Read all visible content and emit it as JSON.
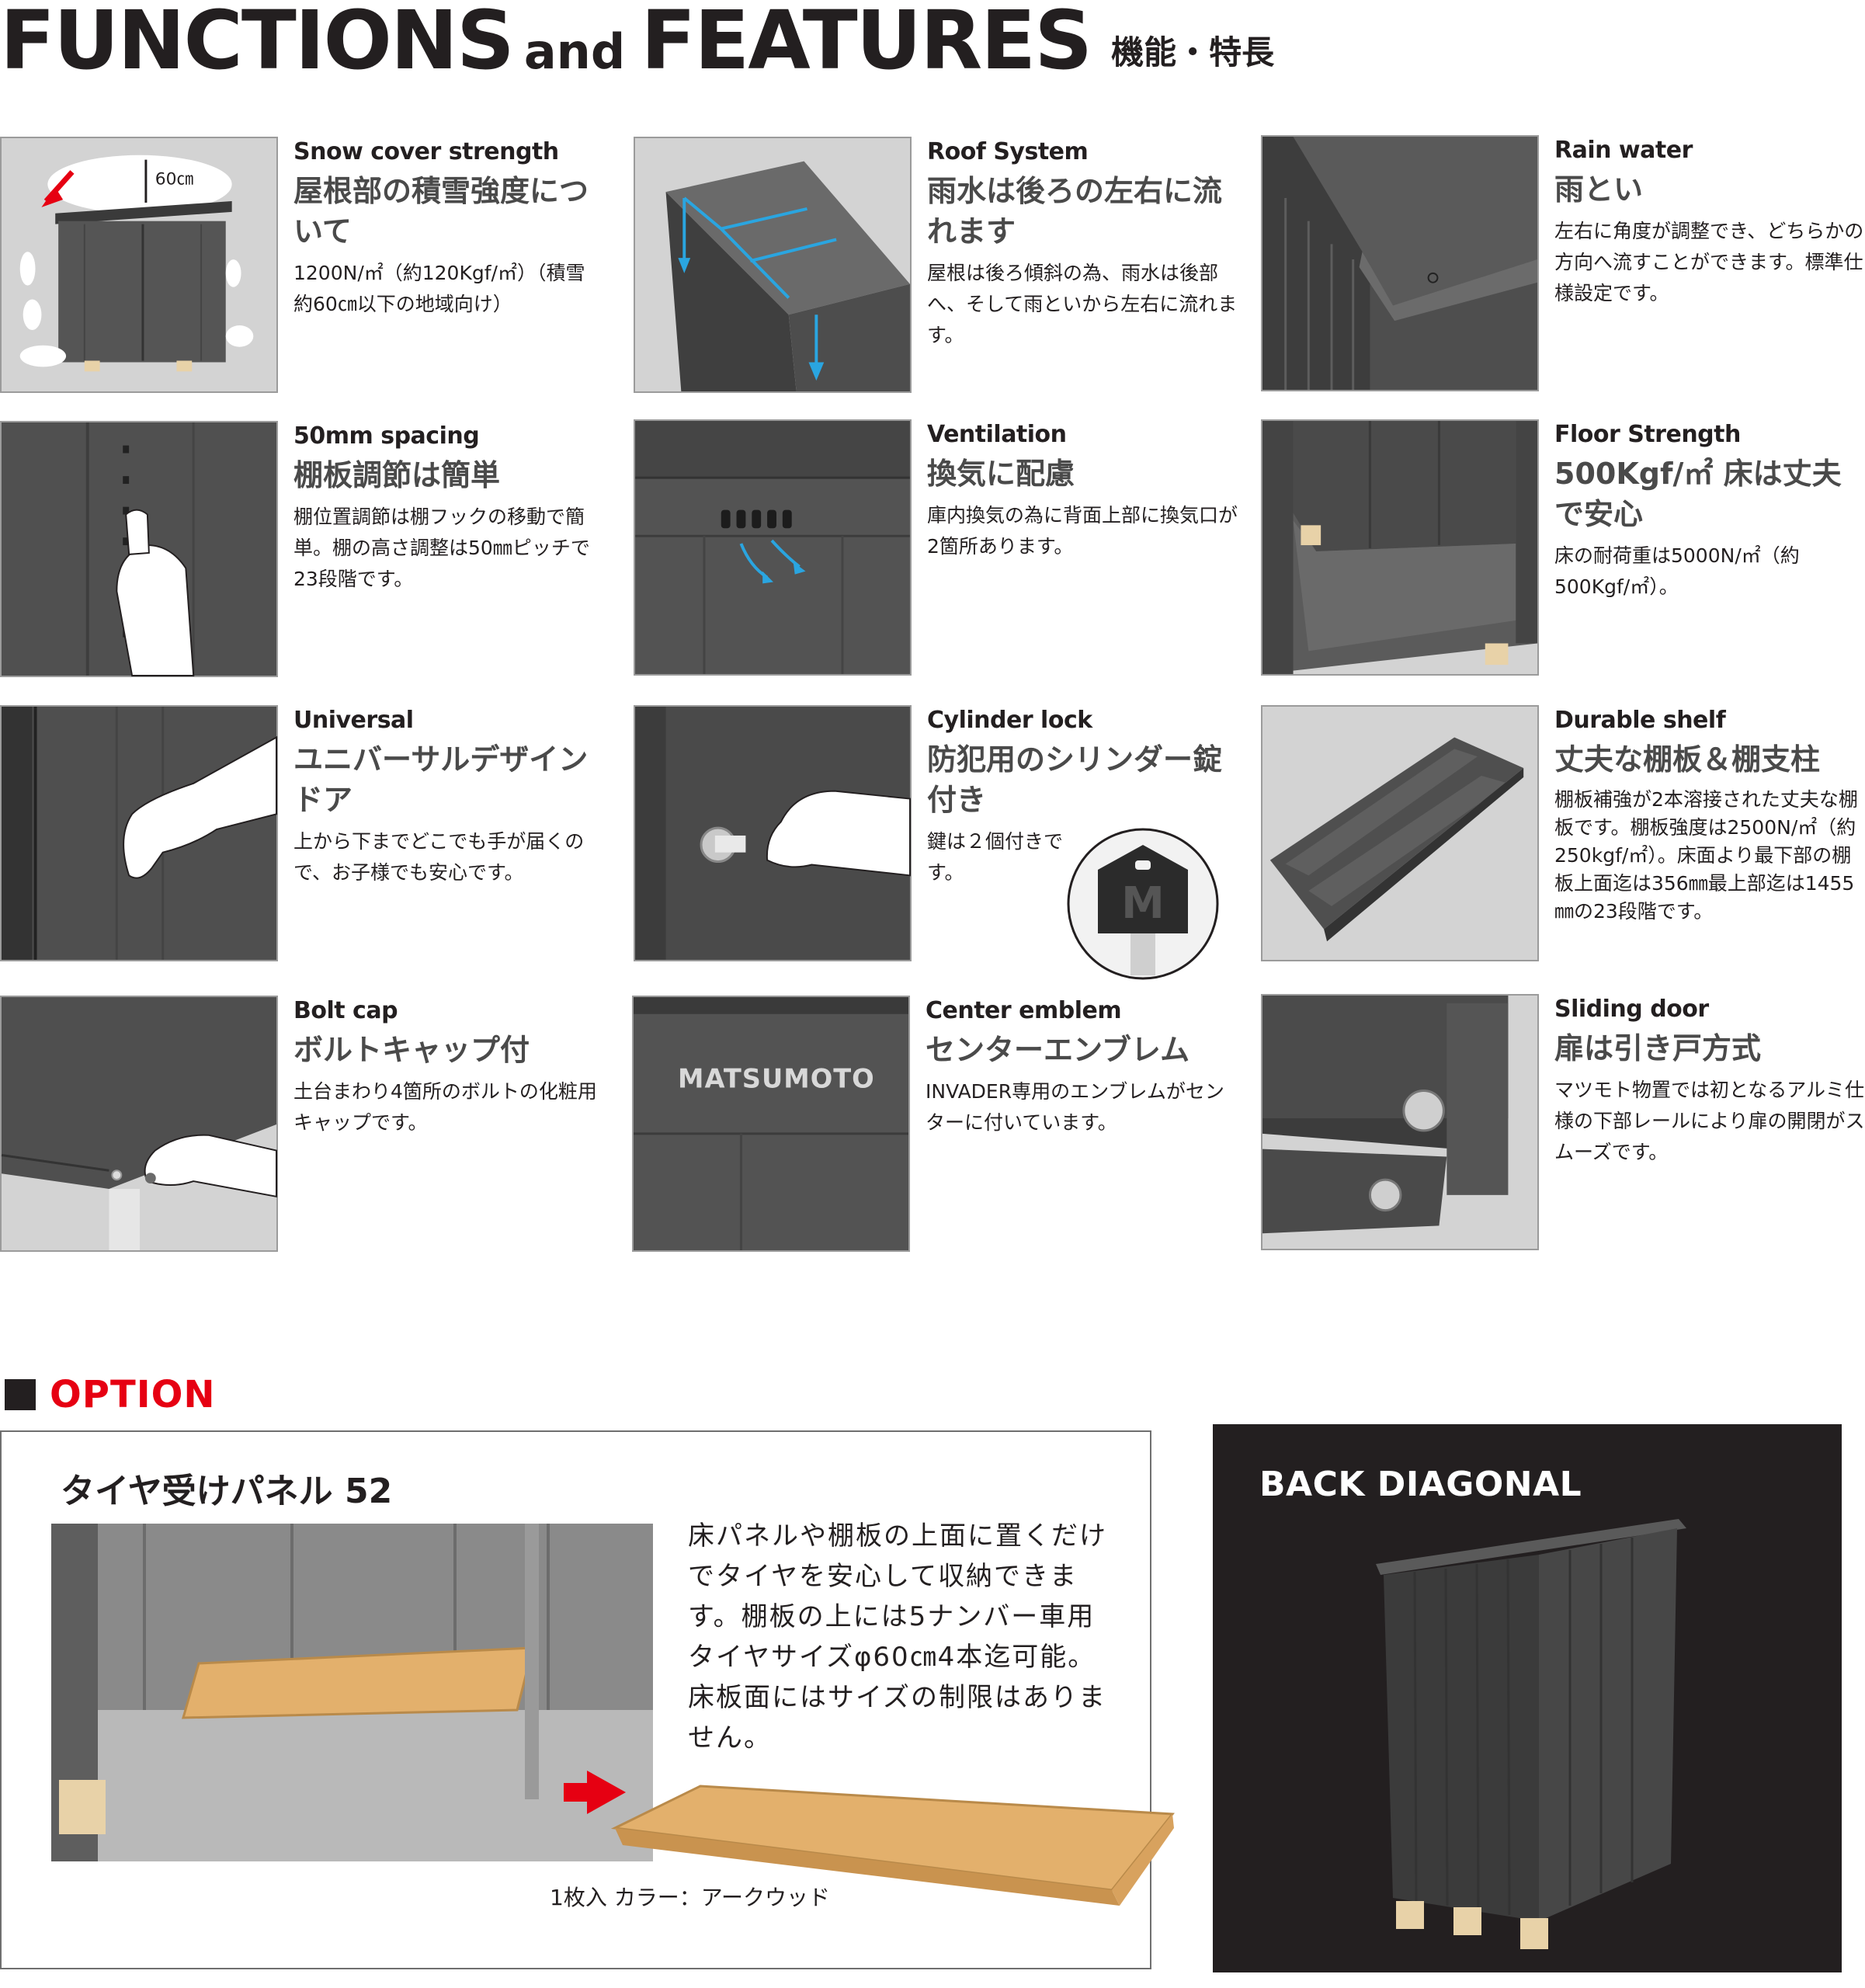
{
  "header": {
    "title_part1": "FUNCTIONS",
    "title_and": "and",
    "title_part2": "FEATURES",
    "title_jp": "機能・特長"
  },
  "features": [
    {
      "title_en": "Snow cover strength",
      "title_jp": "屋根部の積雪強度について",
      "body": "1200N/㎡（約120Kgf/㎡）（積雪約60㎝以下の地域向け）",
      "image_label": "60㎝"
    },
    {
      "title_en": "Roof System",
      "title_jp": "雨水は後ろの左右に流れます",
      "body": "屋根は後ろ傾斜の為、雨水は後部へ、そして雨といから左右に流れます。"
    },
    {
      "title_en": "Rain water",
      "title_jp": "雨とい",
      "body": "左右に角度が調整でき、どちらかの方向へ流すことができます。標準仕様設定です。"
    },
    {
      "title_en": "50mm spacing",
      "title_jp": "棚板調節は簡単",
      "body": "棚位置調節は棚フックの移動で簡単。棚の高さ調整は50㎜ピッチで23段階です。"
    },
    {
      "title_en": "Ventilation",
      "title_jp": "換気に配慮",
      "body": "庫内換気の為に背面上部に換気口が2箇所あります。"
    },
    {
      "title_en": "Floor Strength",
      "title_jp": "500Kgf/㎡ 床は丈夫で安心",
      "body": "床の耐荷重は5000N/㎡（約500Kgf/㎡）。"
    },
    {
      "title_en": "Universal",
      "title_jp": "ユニバーサルデザインドア",
      "body": "上から下までどこでも手が届くので、お子様でも安心です。"
    },
    {
      "title_en": "Cylinder lock",
      "title_jp": "防犯用のシリンダー錠付き",
      "body": "鍵は２個付きです。",
      "image_label": "M"
    },
    {
      "title_en": "Durable shelf",
      "title_jp": "丈夫な棚板＆棚支柱",
      "body": "棚板補強が2本溶接された丈夫な棚板です。棚板強度は2500N/㎡（約250kgf/㎡）。床面より最下部の棚板上面迄は356㎜最上部迄は1455㎜の23段階です。"
    },
    {
      "title_en": "Bolt cap",
      "title_jp": "ボルトキャップ付",
      "body": "土台まわり4箇所のボルトの化粧用キャップです。"
    },
    {
      "title_en": "Center emblem",
      "title_jp": "センターエンブレム",
      "body": "INVADER専用のエンブレムがセンターに付いています。",
      "image_label": "MATSUMOTO"
    },
    {
      "title_en": "Sliding door",
      "title_jp": "扉は引き戸方式",
      "body": "マツモト物置では初となるアルミ仕様の下部レールにより扉の開閉がスムーズです。"
    }
  ],
  "option": {
    "label": "OPTION",
    "product_title": "タイヤ受けパネル 52",
    "description": "床パネルや棚板の上面に置くだけでタイヤを安心して収納できます。棚板の上には5ナンバー車用タイヤサイズφ60㎝4本迄可能。床板面にはサイズの制限はありません。",
    "caption": "1枚入 カラー：アークウッド"
  },
  "back_diagonal": {
    "title": "BACK DIAGONAL"
  },
  "colors": {
    "text": "#231f20",
    "accent_red": "#e60012",
    "shed_dark": "#4a4a4a",
    "panel_wood": "#e3b06c",
    "arrow_blue": "#2aa5e0"
  }
}
